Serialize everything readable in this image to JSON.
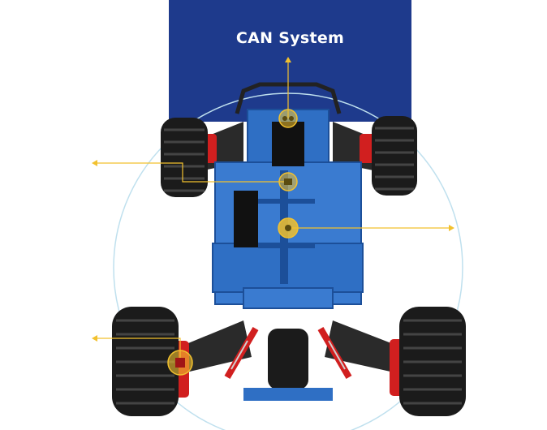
{
  "banner": {
    "title": "CAN System"
  },
  "colors": {
    "banner": "#1e3a8c",
    "accent_line": "#f2c12e",
    "halo_circle": "#bfe0ee",
    "chassis_blue": "#2f6fc4",
    "suspension_red": "#d11f1f",
    "tire": "#1b1b1b"
  },
  "hotspots": [
    {
      "name": "front-module-hotspot",
      "icon": "module-connector-icon"
    },
    {
      "name": "servo-hotspot",
      "icon": "module-connector-icon"
    },
    {
      "name": "center-module-hotspot",
      "icon": "module-connector-icon"
    },
    {
      "name": "rear-wheel-hotspot",
      "icon": "module-connector-icon"
    }
  ]
}
